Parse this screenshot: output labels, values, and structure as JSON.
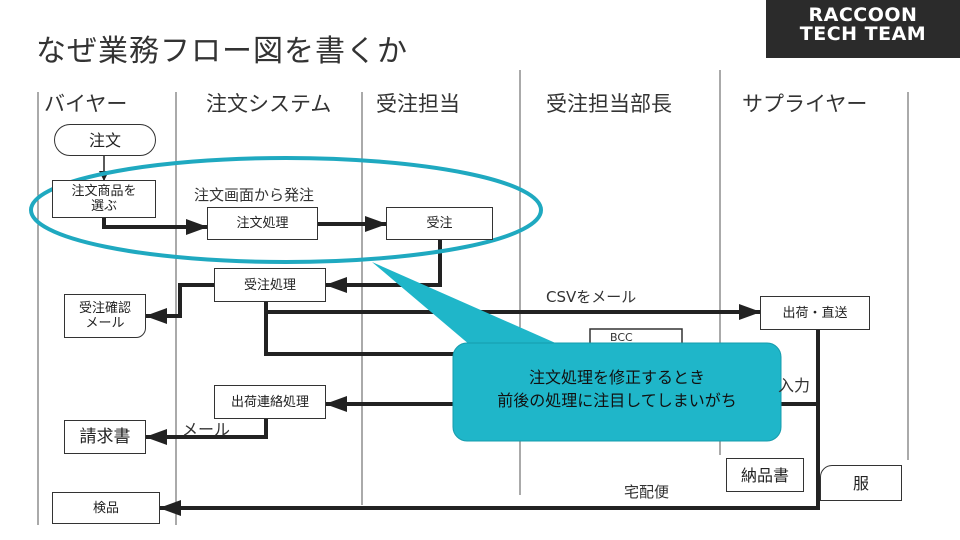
{
  "title": "なぜ業務フロー図を書くか",
  "logo": {
    "line1": "RACCOON",
    "line2": "TECH TEAM"
  },
  "lanes": [
    "バイヤー",
    "注文システム",
    "受注担当",
    "受注担当部長",
    "サプライヤー"
  ],
  "nodes": {
    "order": "注文",
    "select_product": "注文商品を\n選ぶ",
    "order_processing": "注文処理",
    "received": "受注",
    "order_receipt_processing": "受注処理",
    "confirmation_mail": "受注確認\nメール",
    "shipment_direct": "出荷・直送",
    "bcc": "BCC",
    "shipping_notice_processing": "出荷連絡処理",
    "invoice": "請求書",
    "delivery_note": "納品書",
    "clothes": "服",
    "inspection": "検品"
  },
  "edge_labels": {
    "order_from_screen": "注文画面から発注",
    "csv_mail": "CSVをメール",
    "input": "入力",
    "mail": "メール",
    "courier": "宅配便"
  },
  "callout": {
    "line1": "注文処理を修正するとき",
    "line2": "前後の処理に注目してしまいがち"
  },
  "colors": {
    "callout_fill": "#1fb6c9",
    "ellipse_stroke": "#1fa9c0",
    "logo_bg": "#2b2b2b"
  }
}
